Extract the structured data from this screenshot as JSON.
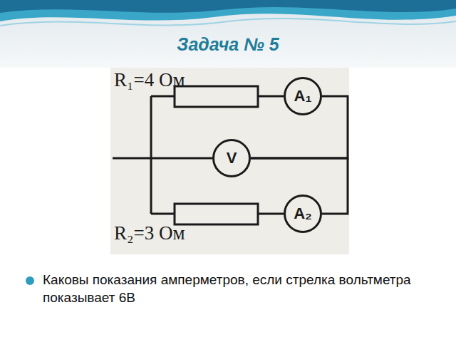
{
  "diagram": {
    "title": "Задача № 5",
    "caption": "Каковы показания амперметров, если стрелка вольтметра показывает 6В",
    "nodes": [
      {
        "text": [
          "A₁"
        ]
      },
      {
        "text": [
          "V"
        ]
      },
      {
        "text": [
          "A₂"
        ]
      }
    ],
    "edges": [
      {
        "from": 1,
        "to": 0,
        "arrow": "none"
      },
      {
        "from": 1,
        "to": 2,
        "arrow": "none"
      }
    ],
    "labels": [
      "R₁=4 Ом",
      "R₂=3 Ом"
    ]
  }
}
